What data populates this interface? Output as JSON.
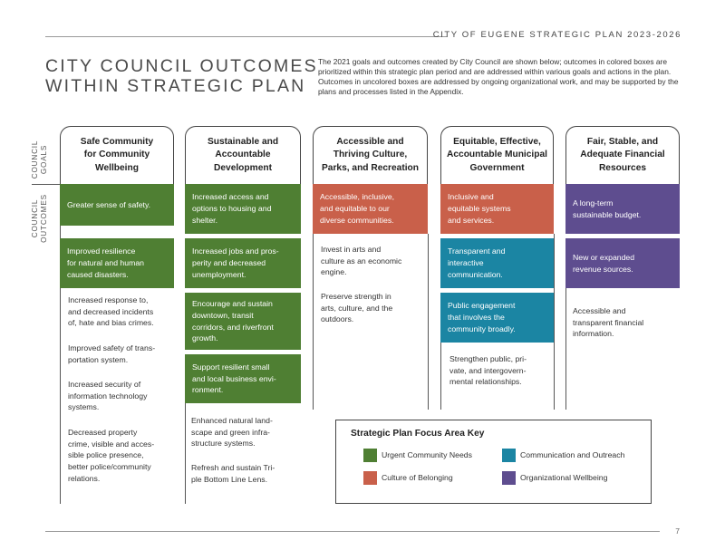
{
  "header": {
    "text": "CITY OF EUGENE STRATEGIC PLAN 2023-2026"
  },
  "title": {
    "line1": "CITY COUNCIL OUTCOMES",
    "line2": "WITHIN STRATEGIC PLAN"
  },
  "intro": "The 2021 goals and outcomes created by City Council are shown below; outcomes in colored boxes are prioritized within this strategic plan period and are addressed within various goals and actions in the plan. Outcomes in uncolored boxes are addressed by ongoing organizational work, and may be supported by the plans and processes listed in the Appendix.",
  "side_labels": {
    "goals": "COUNCIL\nGOALS",
    "outcomes": "COUNCIL\nOUTCOMES"
  },
  "colors": {
    "green": "#4f7f33",
    "orange": "#c9604a",
    "teal": "#1b85a3",
    "purple": "#5e4d8f"
  },
  "columns": [
    {
      "goal": "Safe Community\nfor Community\nWellbeing",
      "colored": [
        "Greater sense of safety.",
        "Improved resilience\nfor natural and human\ncaused disasters."
      ],
      "plain": [
        "Increased response to,\nand decreased incidents\nof, hate and bias crimes.",
        "Improved safety of trans-\nportation system.",
        "Increased security of\ninformation technology\nsystems.",
        "Decreased property\ncrime, visible and acces-\nsible police presence,\nbetter police/community\nrelations."
      ]
    },
    {
      "goal": "Sustainable and\nAccountable\nDevelopment",
      "colored": [
        "Increased access and\noptions to housing and\nshelter.",
        "Increased jobs and pros-\nperity and decreased\nunemployment.",
        "Encourage and sustain\ndowntown, transit\ncorridors, and riverfront\ngrowth.",
        "Support resilient small\nand local business envi-\nronment."
      ],
      "plain": [
        "Enhanced natural land-\nscape and green infra-\nstructure systems.",
        "Refresh and sustain Tri-\nple Bottom Line Lens."
      ]
    },
    {
      "goal": "Accessible and\nThriving Culture,\nParks, and Recreation",
      "colored": [
        "Accessible, inclusive,\nand equitable to our\ndiverse communities."
      ],
      "plain": [
        "Invest in arts and\nculture as an economic\nengine.",
        "Preserve strength in\narts, culture, and the\noutdoors."
      ]
    },
    {
      "goal": "Equitable, Effective,\nAccountable Municipal\nGovernment",
      "colored": [
        "Inclusive and\nequitable systems\nand services.",
        "Transparent and\ninteractive\ncommunication.",
        "Public engagement\nthat involves the\ncommunity broadly."
      ],
      "plain": [
        "Strengthen public, pri-\nvate, and intergovern-\nmental relationships."
      ]
    },
    {
      "goal": "Fair, Stable, and\nAdequate Financial\nResources",
      "colored": [
        "A long-term\nsustainable budget.",
        "New or expanded\nrevenue sources."
      ],
      "plain": [
        "Accessible and\ntransparent financial\ninformation."
      ]
    }
  ],
  "key": {
    "title": "Strategic Plan Focus Area Key",
    "items": [
      "Urgent Community Needs",
      "Communication and Outreach",
      "Culture of Belonging",
      "Organizational Wellbeing"
    ]
  },
  "page_number": "7"
}
